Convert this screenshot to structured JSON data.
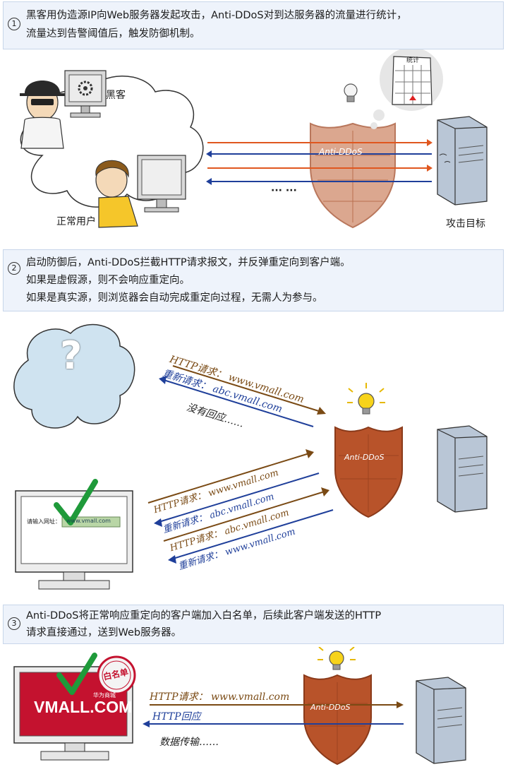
{
  "step1": {
    "number": "1",
    "line1": "黑客用伪造源IP向Web服务器发起攻击，Anti-DDoS对到达服务器的流量进行统计，",
    "line2": "流量达到告警阈值后，触发防御机制。",
    "hacker_label": "黑客",
    "user_label": "正常用户",
    "shield_label": "Anti-DDoS",
    "target_label": "攻击目标",
    "ellipsis": "··· ···",
    "stats_title": "统计"
  },
  "step2": {
    "number": "2",
    "line1": "启动防御后，Anti-DDoS拦截HTTP请求报文，并反弹重定向到客户端。",
    "line2": "如果是虚假源，则不会响应重定向。",
    "line3": "如果是真实源，则浏览器会自动完成重定向过程，无需人为参与。",
    "unknown_symbol": "?",
    "fake_http": "HTTP请求： www.vmall.com",
    "fake_redirect": "重新请求： abc.vmall.com",
    "fake_noresp": "没有回应……",
    "real_http1": "HTTP请求： www.vmall.com",
    "real_redirect1": "重新请求： abc.vmall.com",
    "real_http2": "HTTP请求： abc.vmall.com",
    "real_redirect2": "重新请求： www.vmall.com",
    "shield_label": "Anti-DDoS",
    "browser_label": "请输入网址：",
    "browser_url": "www.vmall.com"
  },
  "step3": {
    "number": "3",
    "line1": "Anti-DDoS将正常响应重定向的客户端加入白名单，后续此客户端发送的HTTP",
    "line2": "请求直接通过，送到Web服务器。",
    "http_req": "HTTP请求： www.vmall.com",
    "http_resp": "HTTP回应",
    "data_transfer": "数据传输……",
    "shield_label": "Anti-DDoS",
    "stamp_text": "白名单",
    "brand_logo": "VMALL.COM",
    "brand_sub": "华为商城"
  },
  "colors": {
    "attack": "#e0571f",
    "response": "#1f3f9a",
    "request": "#7a4a14",
    "check": "#1f9a3a",
    "shield": "#b8532a",
    "vmall_red": "#c4122f"
  }
}
